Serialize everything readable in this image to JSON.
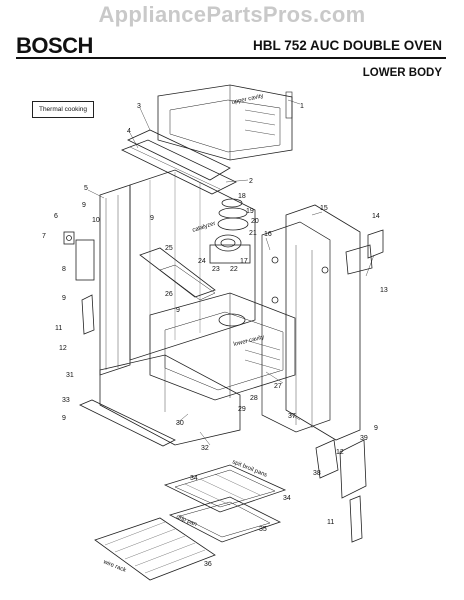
{
  "watermark": "AppliancePartsPros.com",
  "brand": "BOSCH",
  "model_title": "HBL 752 AUC DOUBLE OVEN",
  "section_title": "LOWER BODY",
  "note_box": "Thermal cooking",
  "labels": {
    "upper_cavity": "upper cavity",
    "lower_cavity": "lower cavity",
    "catalyzer": "catalyzer",
    "spit_broil_pans": "spit broil pans",
    "drip_pan": "drip pan",
    "wire_rack": "wire rack"
  },
  "part_numbers": [
    "1",
    "2",
    "3",
    "4",
    "5",
    "6",
    "7",
    "8",
    "9",
    "9",
    "9",
    "9",
    "9",
    "9",
    "10",
    "11",
    "11",
    "12",
    "12",
    "13",
    "14",
    "15",
    "16",
    "17",
    "18",
    "19",
    "20",
    "21",
    "22",
    "23",
    "24",
    "25",
    "26",
    "27",
    "28",
    "29",
    "30",
    "31",
    "32",
    "33",
    "34",
    "34",
    "35",
    "36",
    "37",
    "38",
    "39"
  ]
}
